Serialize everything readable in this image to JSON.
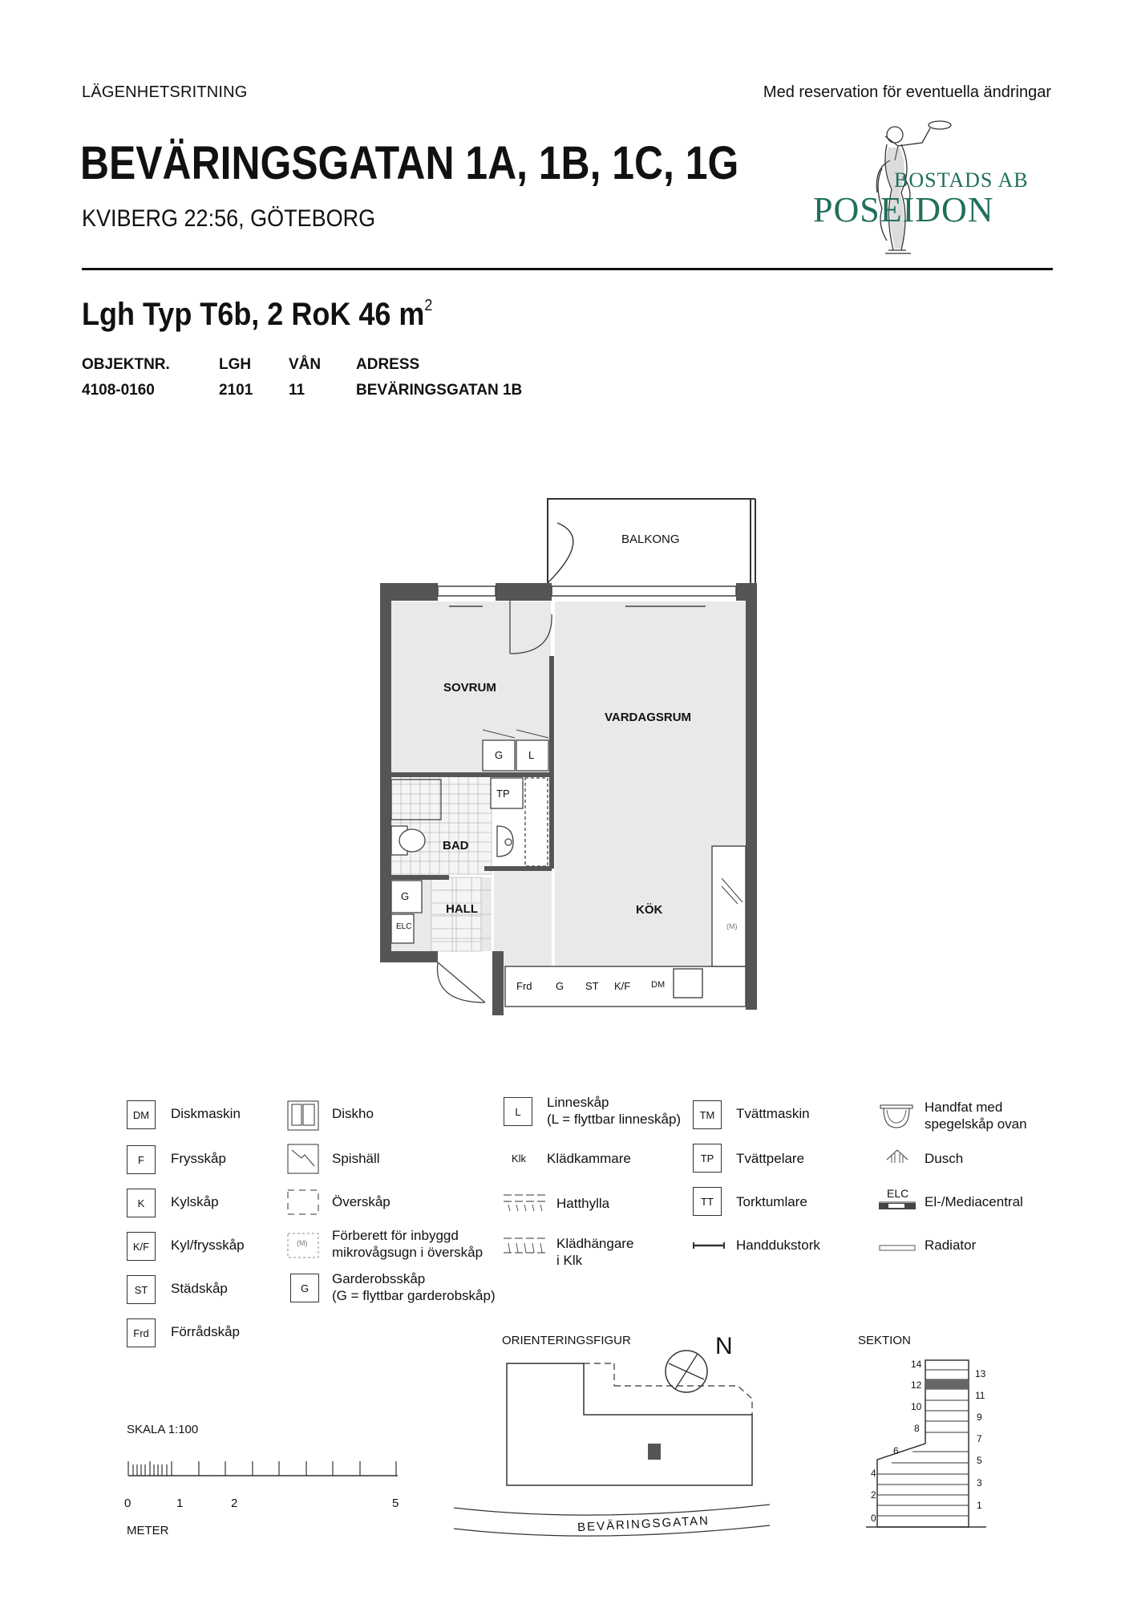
{
  "header": {
    "doc_type": "LÄGENHETSRITNING",
    "disclaimer": "Med reservation för eventuella ändringar",
    "title": "BEVÄRINGSGATAN 1A, 1B, 1C, 1G",
    "subtitle": "KVIBERG 22:56, GÖTEBORG",
    "logo": {
      "line1": "BOSTADS AB",
      "line2": "POSEIDON",
      "color": "#1f6f5c"
    }
  },
  "apartment": {
    "title": "Lgh Typ T6b, 2 RoK 46 m",
    "title_sup": "2",
    "columns": [
      {
        "label": "OBJEKTNR.",
        "value": "4108-0160"
      },
      {
        "label": "LGH",
        "value": "2101"
      },
      {
        "label": "VÅN",
        "value": "11"
      },
      {
        "label": "ADRESS",
        "value": "BEVÄRINGSGATAN 1B"
      }
    ]
  },
  "plan": {
    "rooms": {
      "balkong": "BALKONG",
      "sovrum": "SOVRUM",
      "vardagsrum": "VARDAGSRUM",
      "bad": "BAD",
      "hall": "HALL",
      "kok": "KÖK"
    },
    "fixtures": {
      "g": "G",
      "l": "L",
      "tp": "TP",
      "g2": "G",
      "elc": "ELC",
      "frd": "Frd",
      "g3": "G",
      "st": "ST",
      "kf": "K/F",
      "dm": "DM",
      "m": "(M)"
    }
  },
  "legend": {
    "col1": [
      {
        "sym": "DM",
        "label": "Diskmaskin"
      },
      {
        "sym": "F",
        "label": "Frysskåp"
      },
      {
        "sym": "K",
        "label": "Kylskåp"
      },
      {
        "sym": "K/F",
        "label": "Kyl/frysskåp"
      },
      {
        "sym": "ST",
        "label": "Städskåp"
      },
      {
        "sym": "Frd",
        "label": "Förrådskåp"
      }
    ],
    "col2": [
      {
        "label": "Diskho"
      },
      {
        "label": "Spishäll"
      },
      {
        "label": "Överskåp"
      },
      {
        "sym": "(M)",
        "label_1": "Förberett för inbyggd",
        "label_2": "mikrovågsugn i överskåp"
      },
      {
        "sym": "G",
        "label_1": "Garderobsskåp",
        "label_2": "(G = flyttbar garderobskåp)"
      }
    ],
    "col3": [
      {
        "sym": "L",
        "label_1": "Linneskåp",
        "label_2": "(L = flyttbar linneskåp)"
      },
      {
        "sym": "Klk",
        "label": "Klädkammare"
      },
      {
        "label": "Hatthylla"
      },
      {
        "label_1": "Klädhängare",
        "label_2": "i Klk"
      }
    ],
    "col4": [
      {
        "sym": "TM",
        "label": "Tvättmaskin"
      },
      {
        "sym": "TP",
        "label": "Tvättpelare"
      },
      {
        "sym": "TT",
        "label": "Torktumlare"
      },
      {
        "label": "Handdukstork"
      }
    ],
    "col5": [
      {
        "label_1": "Handfat med",
        "label_2": "spegelskåp ovan"
      },
      {
        "label": "Dusch"
      },
      {
        "sym": "ELC",
        "label": "El-/Mediacentral"
      },
      {
        "label": "Radiator"
      }
    ]
  },
  "scale": {
    "label": "SKALA 1:100",
    "ticks": [
      "0",
      "1",
      "2",
      "5"
    ],
    "unit": "METER"
  },
  "orientation": {
    "label": "ORIENTERINGSFIGUR",
    "north": "N",
    "street": "BEVÄRINGSGATAN"
  },
  "section": {
    "label": "SEKTION",
    "left_floors": [
      "14",
      "12",
      "10",
      "8",
      "6",
      "4",
      "2",
      "0"
    ],
    "right_floors": [
      "13",
      "11",
      "9",
      "7",
      "5",
      "3",
      "1"
    ],
    "highlighted_floor": "11"
  }
}
